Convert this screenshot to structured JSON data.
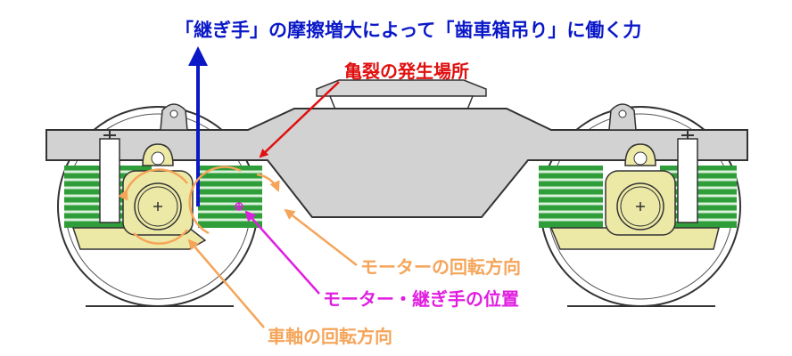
{
  "labels": {
    "title": "「継ぎ手」の摩擦増大によって「歯車箱吊り」に働く力",
    "crack": "亀裂の発生場所",
    "motor_rotation": "モーターの回転方向",
    "motor_coupling_position": "モーター・継ぎ手の位置",
    "axle_rotation": "車軸の回転方向"
  },
  "colors": {
    "blue": "#0a18c8",
    "red": "#e01010",
    "orange": "#f5a55a",
    "magenta": "#e01ee0",
    "spring_green": "#2f9e3a",
    "frame_gray": "#d2d2d2",
    "gearbox_yellow": "#ece9a6",
    "line_dark": "#333333"
  }
}
